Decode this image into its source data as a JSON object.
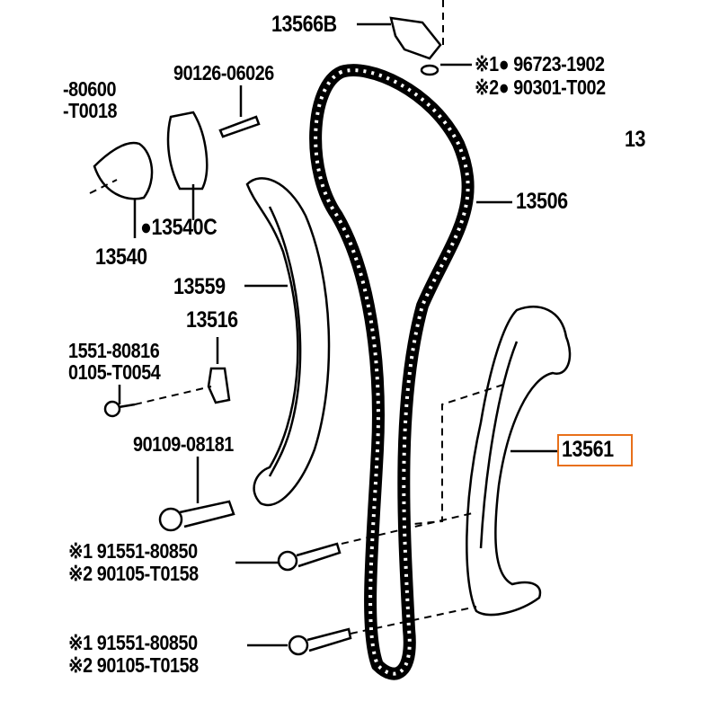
{
  "diagram": {
    "title": "Timing chain and chain guide parts diagram",
    "highlight_color": "#e8701a",
    "labels": {
      "p13566B": "13566B",
      "p96723": "※1● 96723-1902",
      "p90301": "※2● 90301-T002",
      "p90126": "90126-06026",
      "p80600": "-80600",
      "pT0018": "-T0018",
      "p13_right": "13",
      "p13506": "13506",
      "p13540C": "●13540C",
      "p13540": "13540",
      "p13559": "13559",
      "p13516": "13516",
      "p80816": "1551-80816",
      "pT0054": "0105-T0054",
      "p90109": "90109-08181",
      "p13561": "13561",
      "bolt1_a": "※1 91551-80850",
      "bolt1_b": "※2 90105-T0158",
      "bolt2_a": "※1 91551-80850",
      "bolt2_b": "※2 90105-T0158"
    }
  }
}
